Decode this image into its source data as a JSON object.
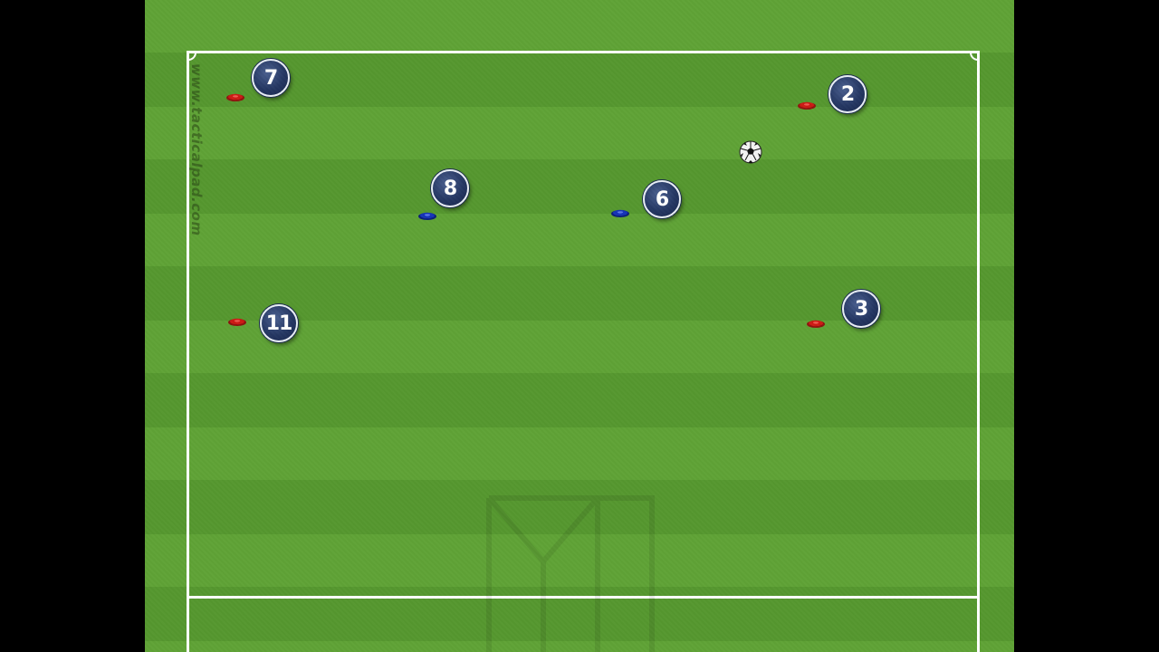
{
  "watermark": "www.tacticalpad.com",
  "colors": {
    "pitch_light": "#5fa336",
    "pitch_dark": "#55972f",
    "player_fill": "#253763",
    "cone_red": "#cc1a14",
    "cone_blue": "#1533b8",
    "lines": "#ffffff"
  },
  "players": [
    {
      "number": "7"
    },
    {
      "number": "2"
    },
    {
      "number": "8"
    },
    {
      "number": "6"
    },
    {
      "number": "11"
    },
    {
      "number": "3"
    }
  ],
  "cones": [
    {
      "color": "red"
    },
    {
      "color": "red"
    },
    {
      "color": "blue"
    },
    {
      "color": "blue"
    },
    {
      "color": "red"
    },
    {
      "color": "red"
    }
  ],
  "ball": {
    "icon": "soccer-ball-icon"
  }
}
